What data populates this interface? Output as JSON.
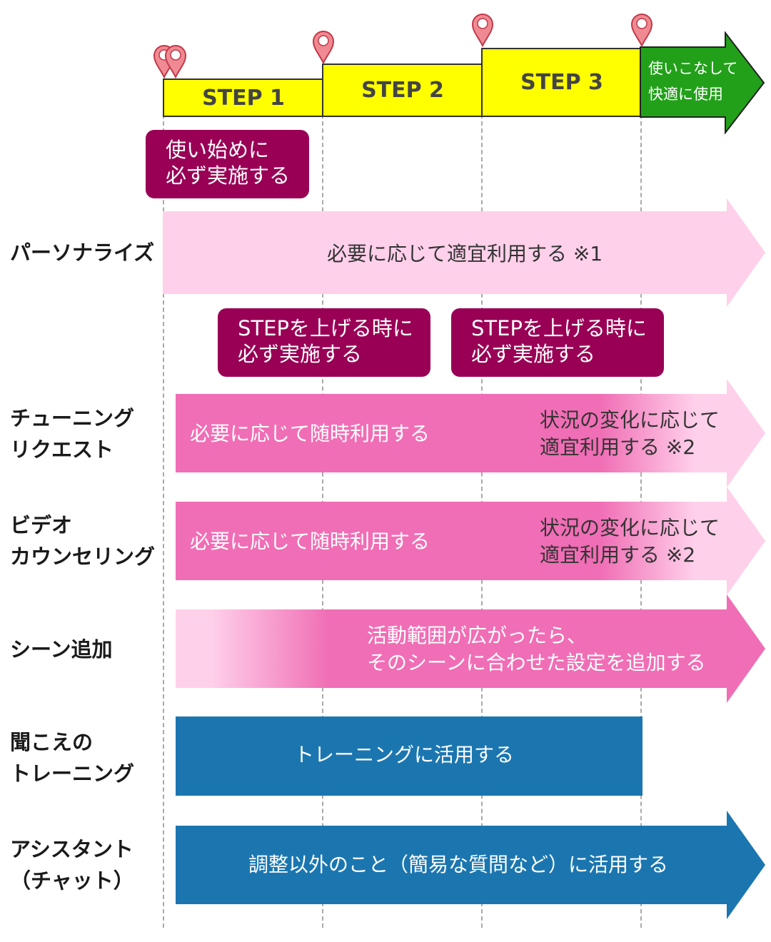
{
  "header": {
    "steps": [
      "STEP 1",
      "STEP 2",
      "STEP 3"
    ],
    "final_arrow_text": "使いこなして\n快適に使用"
  },
  "callouts": {
    "start": "使い始めに\n必ず実施する",
    "step_up_1": "STEPを上げる時に\n必ず実施する",
    "step_up_2": "STEPを上げる時に\n必ず実施する"
  },
  "rows": [
    {
      "label": "パーソナライズ",
      "text": "必要に応じて適宜利用する ※1"
    },
    {
      "label": "チューニング\nリクエスト",
      "text": "必要に応じて随時利用する",
      "text2": "状況の変化に応じて\n適宜利用する ※2"
    },
    {
      "label": "ビデオ\nカウンセリング",
      "text": "必要に応じて随時利用する",
      "text2": "状況の変化に応じて\n適宜利用する ※2"
    },
    {
      "label": "シーン追加",
      "text": "活動範囲が広がったら、\nそのシーンに合わせた設定を追加する"
    },
    {
      "label": "聞こえの\nトレーニング",
      "text": "トレーニングに活用する"
    },
    {
      "label": "アシスタント\n（チャット）",
      "text": "調整以外のこと（簡易な質問など）に活用する"
    }
  ],
  "colors": {
    "step_fill": "#ffff00",
    "final_arrow": "#22a01a",
    "callout": "#990055",
    "light_pink": "#ffd0ea",
    "pink": "#f06eb5",
    "blue": "#1b76b0"
  }
}
